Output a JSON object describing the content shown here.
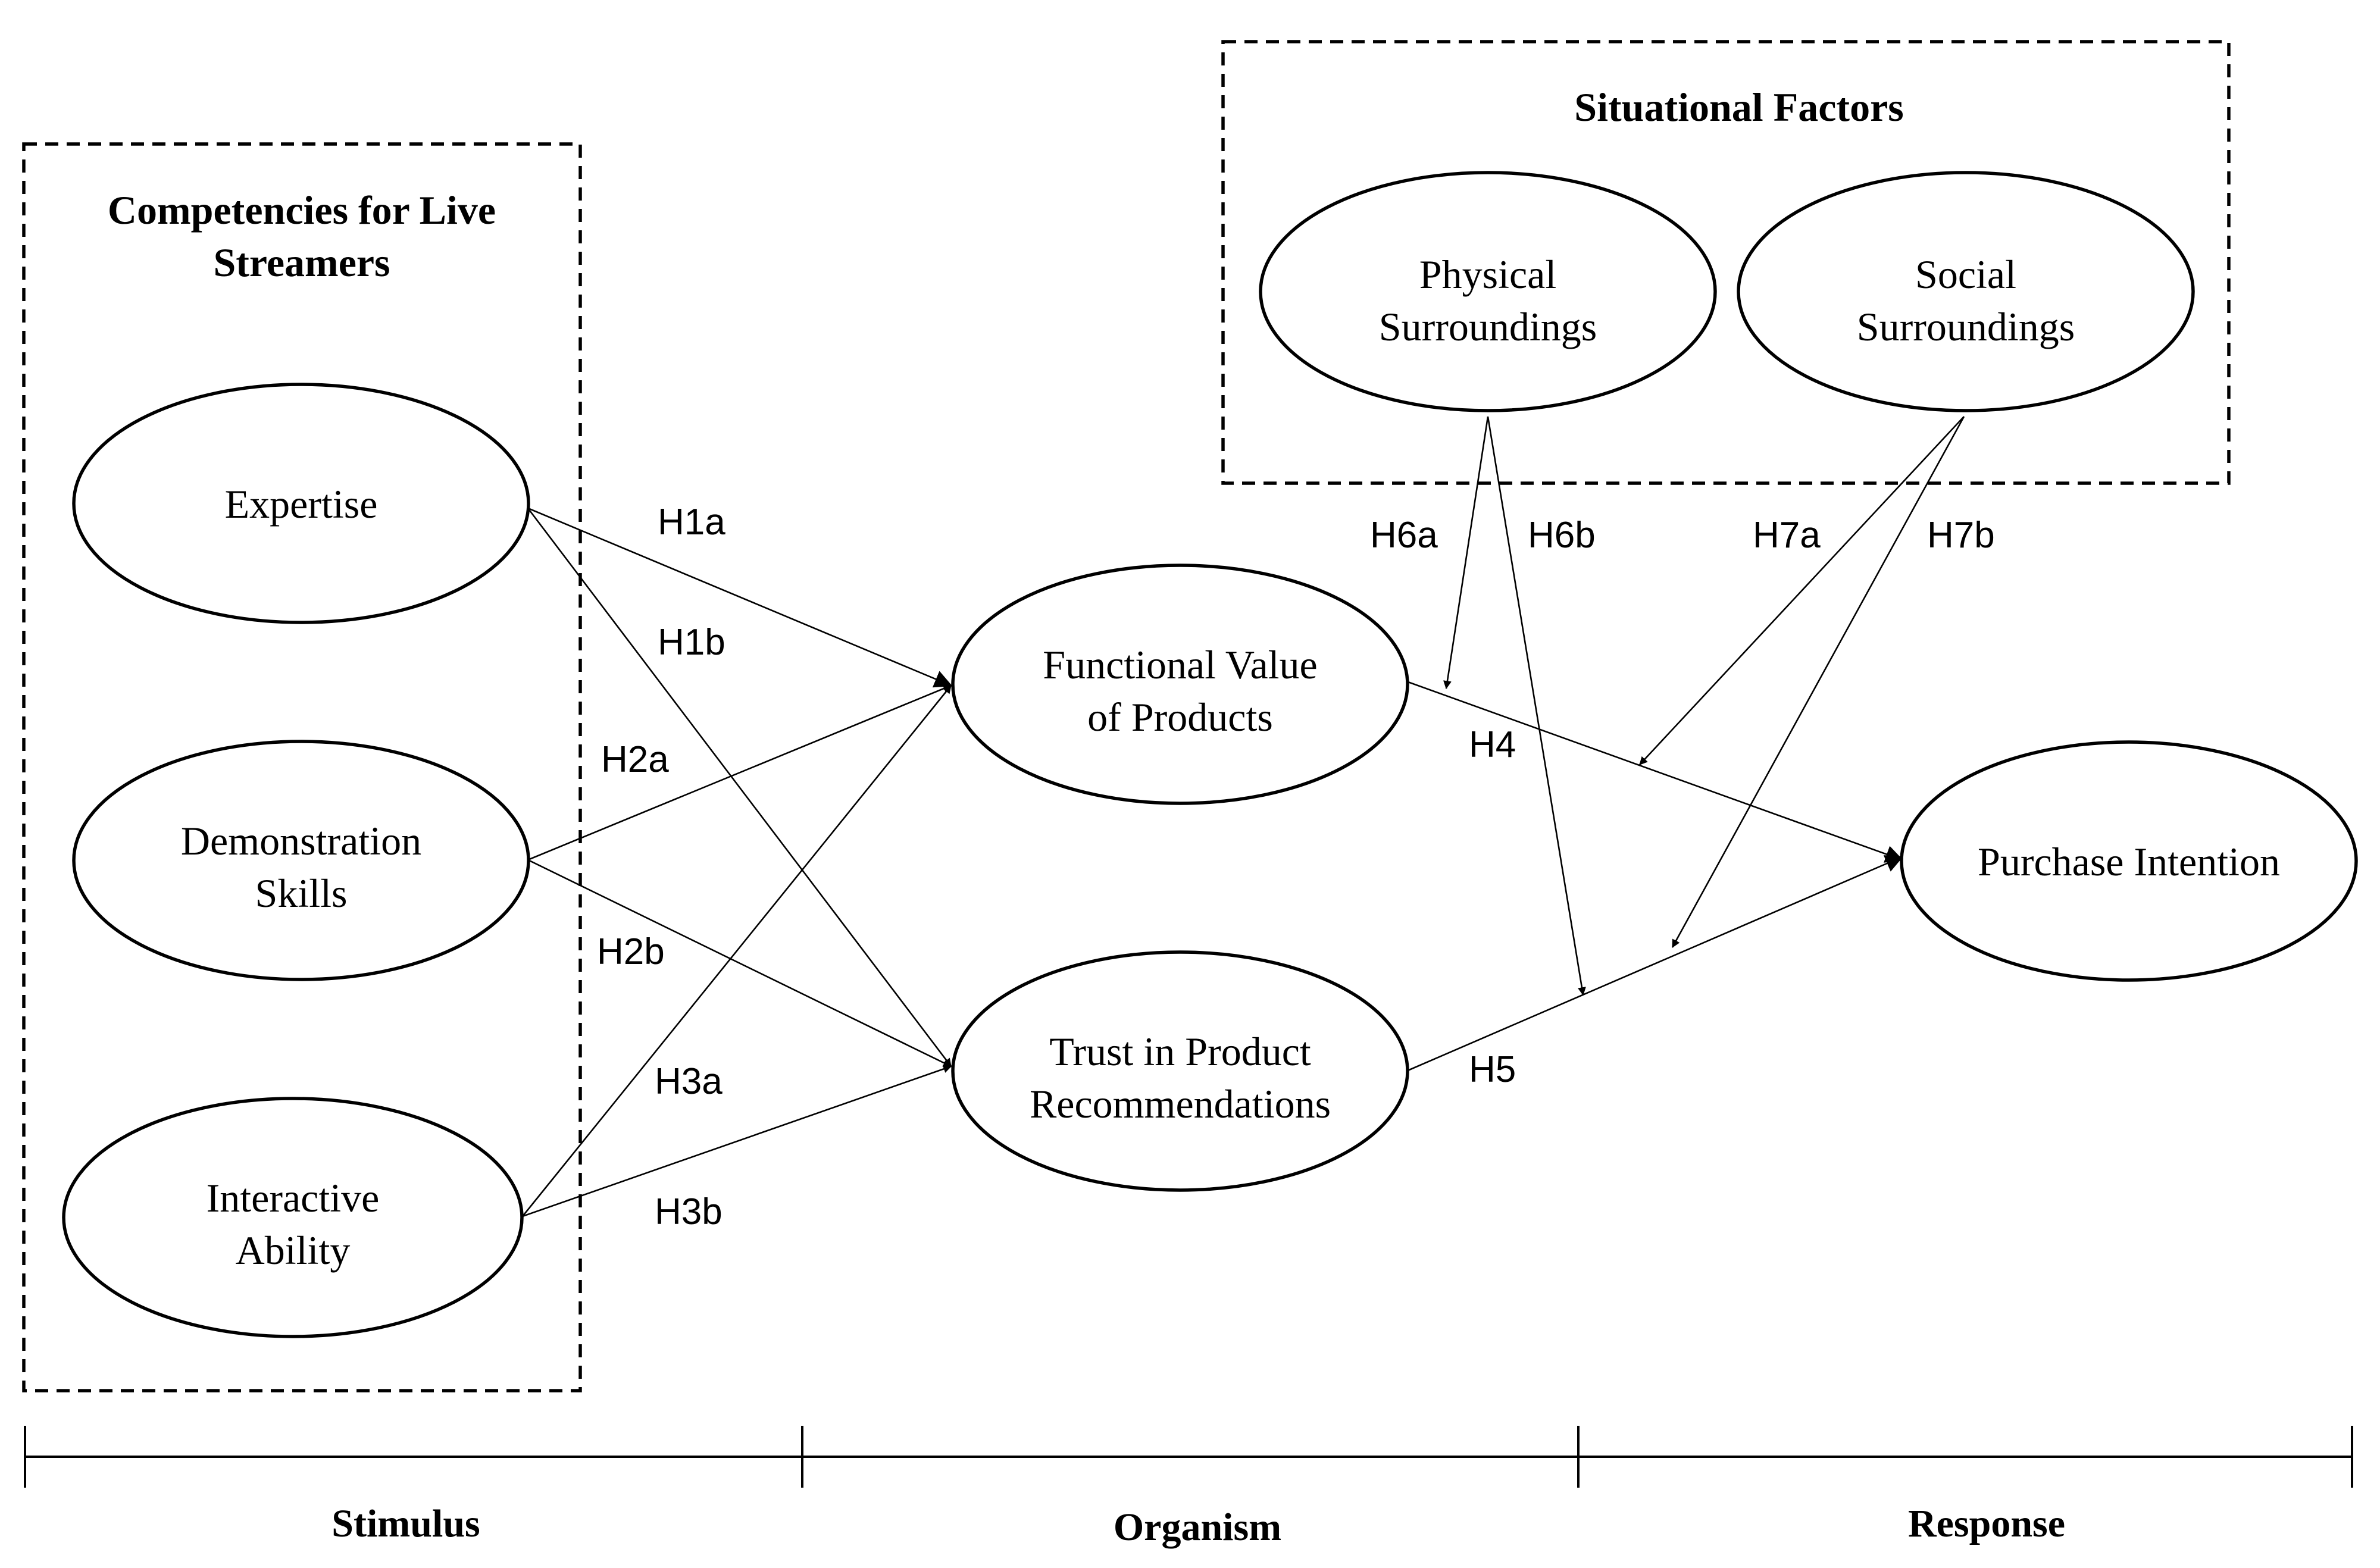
{
  "groups": {
    "competencies": {
      "title_line1": "Competencies for Live",
      "title_line2": "Streamers"
    },
    "situational": {
      "title": "Situational Factors"
    }
  },
  "nodes": {
    "expertise": {
      "line1": "Expertise"
    },
    "demonstration": {
      "line1": "Demonstration",
      "line2": "Skills"
    },
    "interactive": {
      "line1": "Interactive",
      "line2": "Ability"
    },
    "functional": {
      "line1": "Functional Value",
      "line2": "of Products"
    },
    "trust": {
      "line1": "Trust in Product",
      "line2": "Recommendations"
    },
    "purchase": {
      "line1": "Purchase Intention"
    },
    "physical": {
      "line1": "Physical",
      "line2": "Surroundings"
    },
    "social": {
      "line1": "Social",
      "line2": "Surroundings"
    }
  },
  "hypotheses": {
    "h1a": "H1a",
    "h1b": "H1b",
    "h2a": "H2a",
    "h2b": "H2b",
    "h3a": "H3a",
    "h3b": "H3b",
    "h4": "H4",
    "h5": "H5",
    "h6a": "H6a",
    "h6b": "H6b",
    "h7a": "H7a",
    "h7b": "H7b"
  },
  "phases": {
    "stimulus": "Stimulus",
    "organism": "Organism",
    "response": "Response"
  }
}
